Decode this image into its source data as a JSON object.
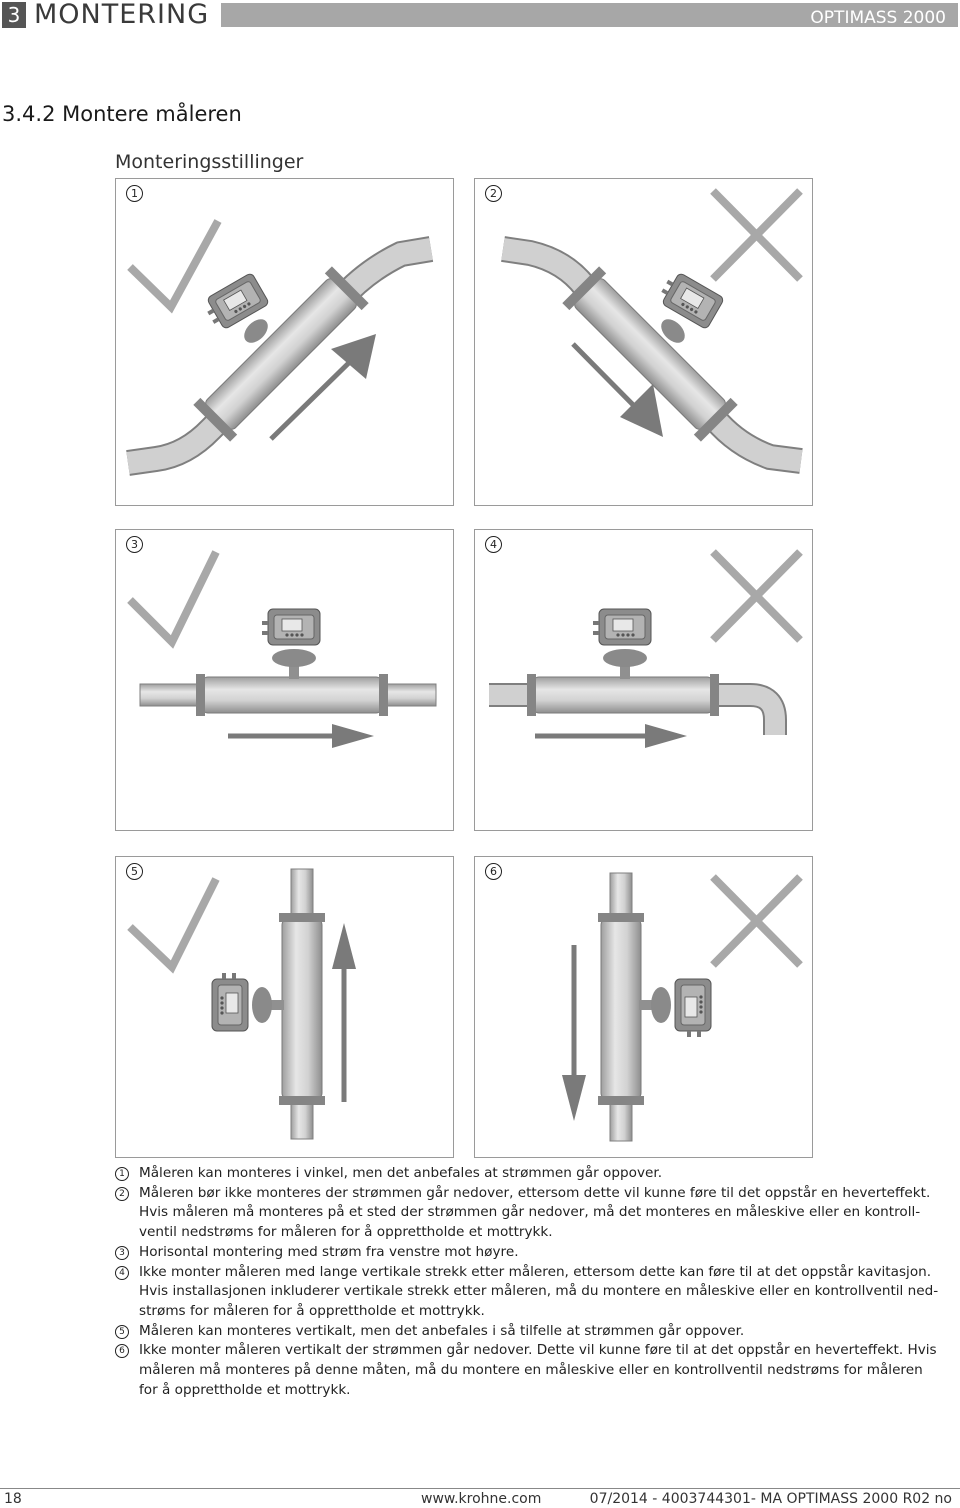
{
  "header": {
    "chapter_number": "3",
    "chapter_title": "MONTERING",
    "product": "OPTIMASS 2000"
  },
  "section_title": "3.4.2  Montere måleren",
  "subheading": "Monteringsstillinger",
  "panels": [
    {
      "number": "1",
      "verdict": "check"
    },
    {
      "number": "2",
      "verdict": "cross"
    },
    {
      "number": "3",
      "verdict": "check"
    },
    {
      "number": "4",
      "verdict": "cross"
    },
    {
      "number": "5",
      "verdict": "check"
    },
    {
      "number": "6",
      "verdict": "cross"
    }
  ],
  "notes": [
    {
      "marker": "1",
      "lines": [
        "Måleren kan monteres i vinkel, men det anbefales at strømmen går oppover."
      ]
    },
    {
      "marker": "2",
      "lines": [
        "Måleren bør ikke monteres der strømmen går nedover, ettersom dette vil kunne føre til det oppstår en heverteffekt.",
        "Hvis måleren må monteres på et sted der strømmen går nedover, må det monteres en måleskive eller en kontroll-",
        "ventil nedstrøms for måleren for å opprettholde et mottrykk."
      ]
    },
    {
      "marker": "3",
      "lines": [
        "Horisontal montering med strøm fra venstre mot høyre."
      ]
    },
    {
      "marker": "4",
      "lines": [
        "Ikke monter måleren med lange vertikale strekk etter måleren, ettersom dette kan føre til at det oppstår kavitasjon.",
        "Hvis installasjonen inkluderer vertikale strekk etter måleren, må du montere en måleskive eller en kontrollventil ned-",
        "strøms for måleren for å opprettholde et mottrykk."
      ]
    },
    {
      "marker": "5",
      "lines": [
        "Måleren kan monteres vertikalt, men det anbefales i så tilfelle at strømmen går oppover."
      ]
    },
    {
      "marker": "6",
      "lines": [
        "Ikke monter måleren vertikalt der strømmen går nedover. Dette vil kunne føre til at det oppstår en heverteffekt. Hvis",
        "måleren må monteres på denne måten, må du montere en måleskive eller en kontrollventil nedstrøms for måleren",
        "for å opprettholde et mottrykk."
      ]
    }
  ],
  "footer": {
    "page": "18",
    "website": "www.krohne.com",
    "doc_ref": "07/2014 - 4003744301- MA OPTIMASS 2000 R02 no"
  },
  "colors": {
    "pipe": "#c9c9c9",
    "pipe_edge": "#7f7f7f",
    "flange": "#858585",
    "arrow": "#7a7a7a",
    "mark": "#a8a8a8",
    "housing": "#8c8c8c",
    "header_bar": "#a7a7a7"
  }
}
